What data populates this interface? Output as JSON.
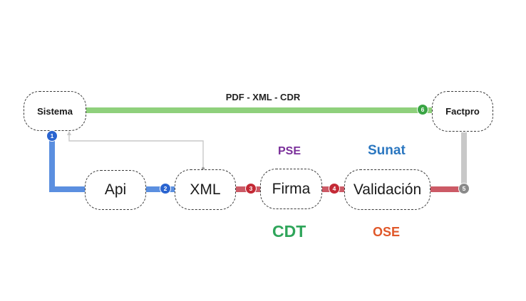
{
  "diagram": {
    "top_link_label": "PDF - XML - CDR",
    "nodes": {
      "sistema": "Sistema",
      "factpro": "Factpro",
      "api": "Api",
      "xml": "XML",
      "firma": "Firma",
      "validacion": "Validación"
    },
    "badges": [
      "1",
      "2",
      "3",
      "4",
      "5",
      "6"
    ],
    "side_labels": {
      "pse": "PSE",
      "cdt": "CDT",
      "sunat": "Sunat",
      "ose": "OSE"
    },
    "colors": {
      "blue_link": "#5b8fe0",
      "red_link": "#cc5a66",
      "green_link": "#8fd07c",
      "gray_link": "#c8c8c8",
      "pse": "#7a2f9a",
      "cdt": "#2fa55a",
      "sunat": "#2b77c0",
      "ose": "#e0582a",
      "badge_blue": "#2a64d0",
      "badge_red": "#c42a36",
      "badge_green": "#3aa544",
      "badge_gray": "#8a8a8a"
    }
  }
}
